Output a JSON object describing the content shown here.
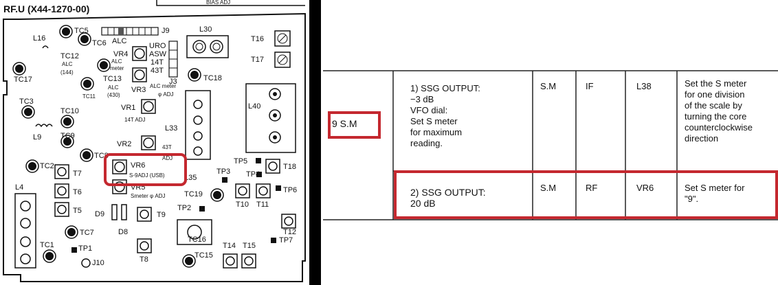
{
  "board_title": "RF.U (X44-1270-00)",
  "top_label": "BIAS ADJ",
  "labels": {
    "L16": "L16",
    "TC5": "TC5",
    "TC6": "TC6",
    "ALC1": "ALC",
    "J9": "J9",
    "L30": "L30",
    "T16": "T16",
    "TC12": "TC12",
    "ALC_144": "ALC",
    "p144": "(144)",
    "VR4": "VR4",
    "ALCmeter1": "ALC",
    "meter1": "meter",
    "URO": "URO",
    "ASW": "ASW",
    "T14": "14T",
    "T43": "43T",
    "J3": "J3",
    "T17": "T17",
    "TC17": "TC17",
    "TC13": "TC13",
    "TC18": "TC18",
    "ALC_430": "ALC",
    "p430": "(430)",
    "TC11": "TC11",
    "VR3": "VR3",
    "ALCmeter2": "ALC meter",
    "phiADJ": "φ ADJ",
    "TC3": "TC3",
    "TC10": "TC10",
    "VR1": "VR1",
    "ADJ14T": "14T  ADJ",
    "L40": "L40",
    "L9": "L9",
    "TC9": "TC9",
    "L33": "L33",
    "VR2": "VR2",
    "T43b": "43T",
    "TC8": "TC8",
    "ADJb": "ADJ",
    "TC2": "TC2",
    "VR6": "VR6",
    "S9ADJ": "S-9ADJ (USB)",
    "TP5": "TP5",
    "T18": "T18",
    "T7": "T7",
    "L35": "L35",
    "TP3": "TP3",
    "TP4": "TP4",
    "L4": "L4",
    "T6": "T6",
    "VR5": "VR5",
    "SmeterADJ": "Smeter φ ADJ",
    "TC19": "TC19",
    "TP6": "TP6",
    "T10": "T10",
    "T11": "T11",
    "T5": "T5",
    "D9": "D9",
    "TP2": "TP2",
    "T9": "T9",
    "D8": "D8",
    "T12": "T12",
    "TC7": "TC7",
    "TC16": "TC16",
    "TP7": "TP7",
    "TC1": "TC1",
    "TP1": "TP1",
    "T8": "T8",
    "T14b": "T14",
    "T15": "T15",
    "TC15": "TC15",
    "J10": "J10"
  },
  "table": {
    "rows": [
      {
        "item": "9  S.M",
        "input": "1) SSG OUTPUT:\n    −3 dB\nVFO dial:\n    Set S meter\n    for maximum\n    reading.",
        "output": "S.M",
        "test_point": "IF",
        "adjust": "L38",
        "procedure": "Set the S meter\nfor one division\nof the scale by\nturning the core\ncounterclockwise\ndirection"
      },
      {
        "item": "",
        "input": "2) SSG OUTPUT:\n    20 dB",
        "output": "S.M",
        "test_point": "RF",
        "adjust": "VR6",
        "procedure": "Set S meter for\n\"9\"."
      }
    ]
  },
  "colors": {
    "highlight": "#c4282f",
    "ink": "#111111"
  }
}
